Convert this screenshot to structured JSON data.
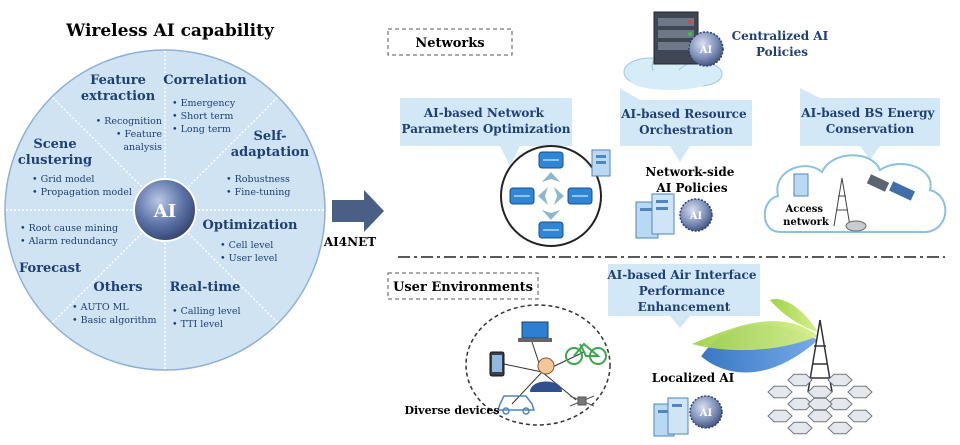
{
  "left_panel": {
    "title": "Wireless AI capability",
    "center_label": "AI",
    "sectors": [
      {
        "title": [
          "Feature",
          "extraction"
        ],
        "items": [
          "Recognition",
          "Feature",
          "analysis"
        ]
      },
      {
        "title": [
          "Correlation"
        ],
        "items": [
          "Emergency",
          "Short term",
          "Long term"
        ]
      },
      {
        "title": [
          "Self-",
          "adaptation"
        ],
        "items": [
          "Robustness",
          "Fine-tuning"
        ]
      },
      {
        "title": [
          "Optimization"
        ],
        "items": [
          "Cell level",
          "User level"
        ]
      },
      {
        "title": [
          "Real-time"
        ],
        "items": [
          "Calling level",
          "TTI level"
        ]
      },
      {
        "title": [
          "Others"
        ],
        "items": [
          "AUTO ML",
          "Basic algorithm"
        ]
      },
      {
        "title": [
          "Forecast"
        ],
        "items": [
          "Root cause mining",
          "Alarm redundancy"
        ]
      },
      {
        "title": [
          "Scene",
          "clustering"
        ],
        "items": [
          "Grid model",
          "Propagation model"
        ]
      }
    ]
  },
  "arrow_label": "AI4NET",
  "networks": {
    "section_label": "Networks",
    "centralized_label": [
      "Centralized AI",
      "Policies"
    ],
    "callouts": {
      "network_params": [
        "AI-based Network",
        "Parameters Optimization"
      ],
      "resource": [
        "AI-based Resource",
        "Orchestration"
      ],
      "bs_energy": [
        "AI-based BS Energy",
        "Conservation"
      ]
    },
    "network_side_label": [
      "Network-side",
      "AI Policies"
    ],
    "access_label": [
      "Access",
      "network"
    ],
    "ai_badge": "AI"
  },
  "user_env": {
    "section_label": "User Environments",
    "air_interface": [
      "AI-based Air Interface",
      "Performance",
      "Enhancement"
    ],
    "localized_label": "Localized AI",
    "devices_label": "Diverse devices"
  },
  "colors": {
    "wheel_fill": "#cfe3f3",
    "callout_fill": "#d3e8f7",
    "title_color": "#1f3f73",
    "arrow": "#4a5f86"
  }
}
